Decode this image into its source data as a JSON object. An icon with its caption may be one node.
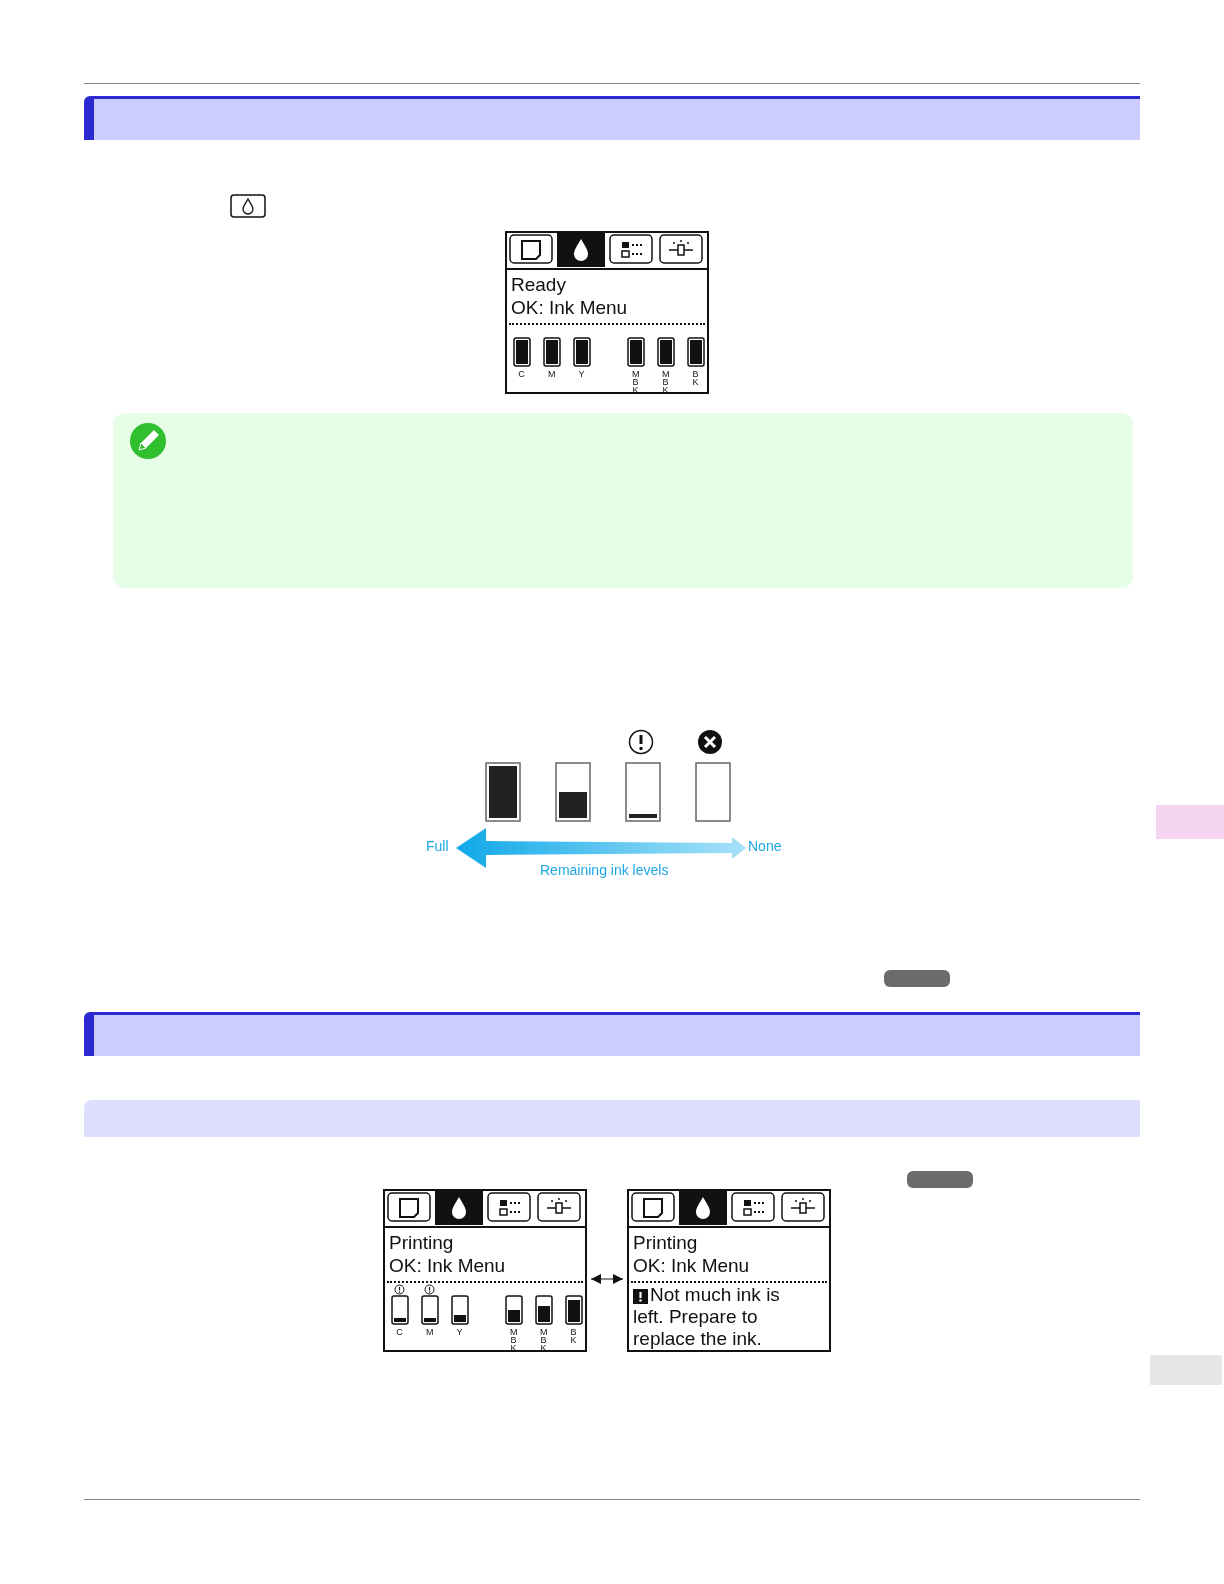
{
  "diagram": {
    "nodes": [
      {
        "text": [
          "Ready",
          "OK: Ink Menu",
          "C",
          "M",
          "Y",
          "MBK",
          "MBK",
          "BK"
        ]
      },
      {
        "text": [
          "Printing",
          "OK: Ink Menu",
          "C",
          "M",
          "Y",
          "MBK",
          "MBK",
          "BK"
        ]
      },
      {
        "text": [
          "Printing",
          "OK: Ink Menu",
          "Not much ink is left. Prepare to replace the ink."
        ]
      }
    ],
    "edges": [
      {
        "from": 1,
        "to": 2,
        "arrow": "both"
      }
    ],
    "labels": [
      "Full",
      "None",
      "Remaining ink levels"
    ]
  }
}
